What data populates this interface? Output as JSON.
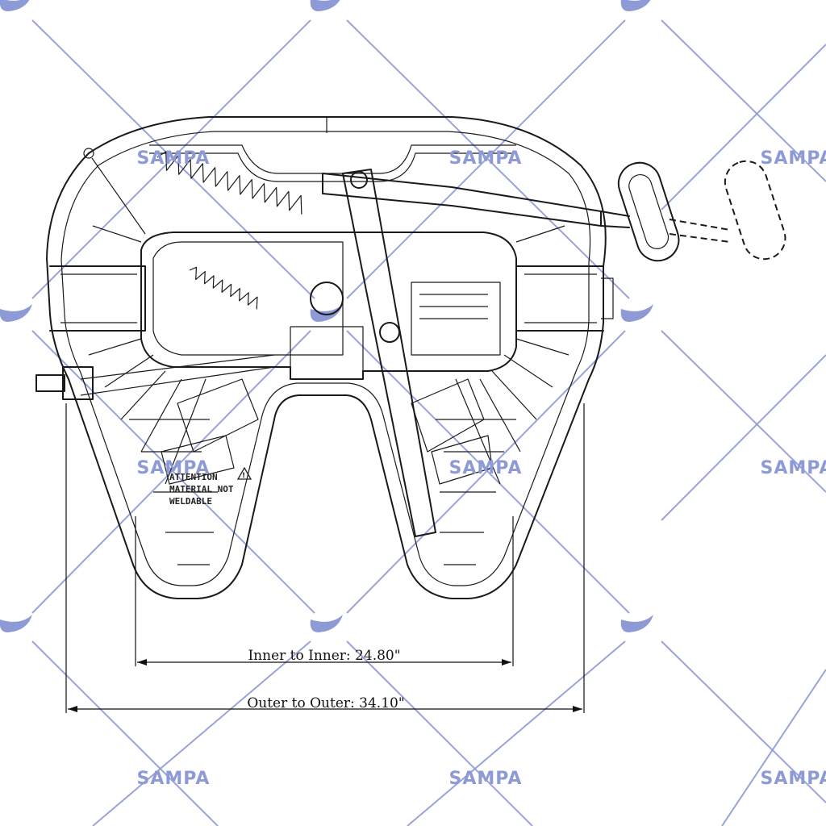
{
  "watermark": {
    "brand": "SAMPA",
    "color": "#8e9ad6"
  },
  "warning_label": {
    "line1": "ATTENTION",
    "line2": "MATERIAL NOT",
    "line3": "WELDABLE"
  },
  "dimensions": {
    "inner": "Inner to Inner: 24.80\"",
    "outer": "Outer to Outer: 34.10\""
  },
  "colors": {
    "line_art": "#1a1a1a",
    "watermark": "#8e9ad6",
    "background": "#ffffff"
  }
}
